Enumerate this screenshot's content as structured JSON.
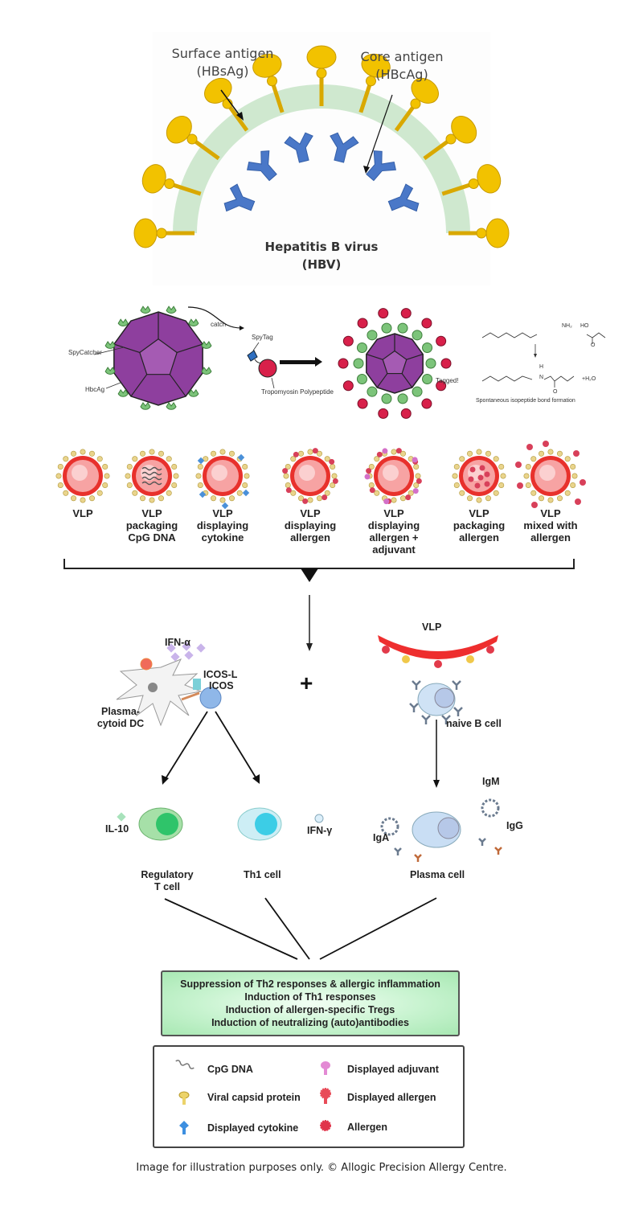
{
  "hbv_panel": {
    "surface_antigen": {
      "line1": "Surface antigen",
      "line2": "(HBsAg)"
    },
    "core_antigen": {
      "line1": "Core antigen",
      "line2": "(HBcAg)"
    },
    "title": {
      "line1": "Hepatitis B virus",
      "line2": "(HBV)"
    },
    "colors": {
      "surface": "#f2c200",
      "core": "#4a78c8",
      "envelope": "#cfe8cf"
    }
  },
  "spycatcher_panel": {
    "catch_label": "catch",
    "spycatcher_label": "SpyCatcher",
    "hbcag_label": "HbcAg",
    "spytag_label": "SpyTag",
    "tropomyosin_label": "Tropomyosin Polypeptide",
    "tagged_label": "Tagged!",
    "chem": {
      "nh2": "NH₂",
      "ho": "HO",
      "o_top": "O",
      "h": "H",
      "n": "N",
      "o_bottom": "O",
      "water": "+H₂O",
      "caption": "Spontaneous isopeptide bond formation"
    },
    "colors": {
      "capsid": "#8e3f9e",
      "catcher": "#7cc47a",
      "tag": "#2f6fc0",
      "peptide": "#d8204a"
    }
  },
  "vlp_types": [
    {
      "label_lines": [
        "VLP"
      ],
      "variant": "plain"
    },
    {
      "label_lines": [
        "VLP",
        "packaging",
        "CpG DNA"
      ],
      "variant": "cpg"
    },
    {
      "label_lines": [
        "VLP",
        "displaying",
        "cytokine"
      ],
      "variant": "cytokine"
    },
    {
      "label_lines": [
        "VLP",
        "displaying",
        "allergen"
      ],
      "variant": "allergen"
    },
    {
      "label_lines": [
        "VLP",
        "displaying",
        "allergen +",
        "adjuvant"
      ],
      "variant": "adjuvant"
    },
    {
      "label_lines": [
        "VLP",
        "packaging",
        "allergen"
      ],
      "variant": "packaged"
    },
    {
      "label_lines": [
        "VLP",
        "mixed with",
        "allergen"
      ],
      "variant": "mixed"
    }
  ],
  "immune_panel": {
    "ifn_alpha": "IFN-α",
    "icos_l": "ICOS-L",
    "icos": "ICOS",
    "pdc_label": [
      "Plasma-",
      "cytoid DC"
    ],
    "plus": "+",
    "vlp_label": "VLP",
    "naive_b_cell": "naive B cell",
    "il10": "IL-10",
    "treg_label": [
      "Regulatory",
      "T cell"
    ],
    "th1_label": "Th1 cell",
    "ifn_gamma": "IFN-γ",
    "igm": "IgM",
    "iga": "IgA",
    "igg": "IgG",
    "plasma_cell": "Plasma cell"
  },
  "outcomes": [
    "Suppression of Th2 responses & allergic inflammation",
    "Induction of Th1 responses",
    "Induction of allergen-specific Tregs",
    "Induction of neutralizing (auto)antibodies"
  ],
  "legend": [
    {
      "label": "CpG DNA",
      "icon": "cpg-dna-icon"
    },
    {
      "label": "Displayed adjuvant",
      "icon": "adjuvant-icon"
    },
    {
      "label": "Viral capsid protein",
      "icon": "capsid-protein-icon"
    },
    {
      "label": "Displayed allergen",
      "icon": "displayed-allergen-icon"
    },
    {
      "label": "Displayed cytokine",
      "icon": "cytokine-icon"
    },
    {
      "label": "Allergen",
      "icon": "allergen-icon"
    }
  ],
  "caption": "Image for illustration purposes only. © Allogic Precision Allergy Centre."
}
